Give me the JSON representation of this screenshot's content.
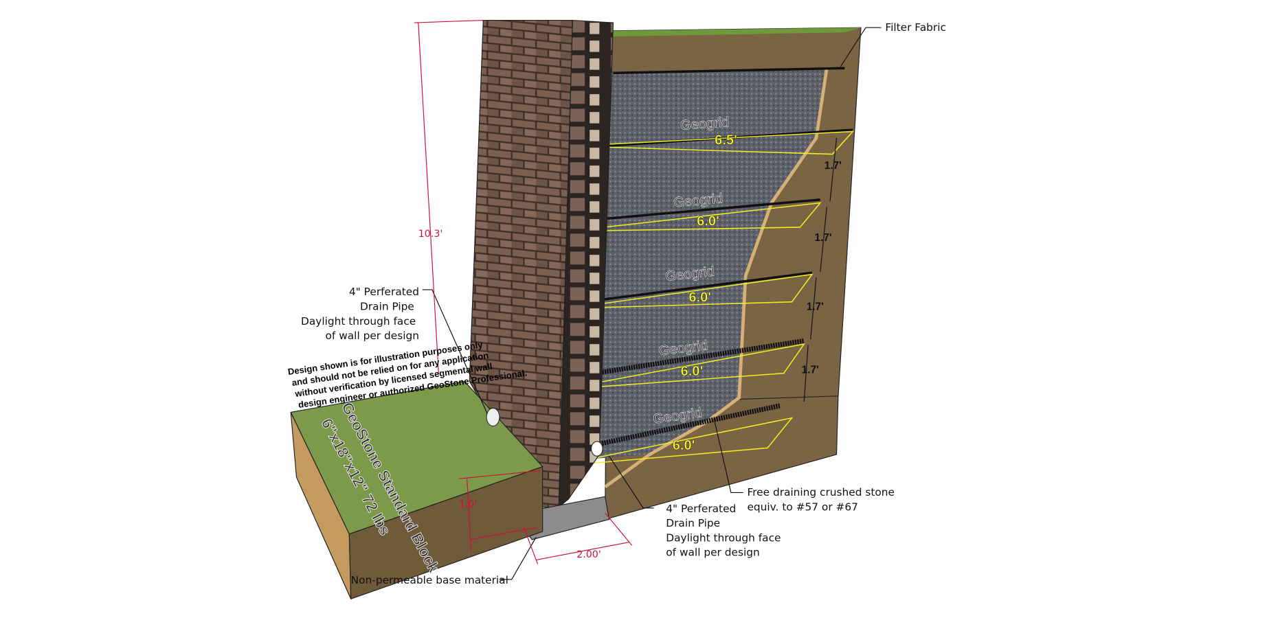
{
  "title": "GeoStone segmental retaining wall cross-section",
  "labels": {
    "filter_fabric": "Filter Fabric",
    "wall_height": "10.3'",
    "drain_upper": [
      "4\" Perferated",
      "Drain Pipe",
      "Daylight through face",
      "of wall per design"
    ],
    "drain_lower": [
      "4\" Perferated",
      "Drain Pipe",
      "Daylight through face",
      "of wall per design"
    ],
    "disclaimer": [
      "Design shown is for illustration purposes only",
      "and should not be relied on for any application",
      "without verification by licensed segmental wall",
      "design engineer or authorized GeoStone Professional."
    ],
    "block_name": "GeoStone Standard Block",
    "block_spec": "6\"x18\"x12\" 72 lbs",
    "embedment": "1.0'",
    "base_width": "2.00'",
    "base_material": "Non-permeable base material",
    "stone": [
      "Free draining crushed stone",
      "equiv. to #57 or #67"
    ]
  },
  "geogrids": [
    {
      "label": "Geogrid",
      "length": "6.5'"
    },
    {
      "label": "Geogrid",
      "length": "6.0'"
    },
    {
      "label": "Geogrid",
      "length": "6.0'"
    },
    {
      "label": "Geogrid",
      "length": "6.0'"
    },
    {
      "label": "Geogrid",
      "length": "6.0'"
    }
  ],
  "spacings": [
    "1.7'",
    "1.7'",
    "1.7'",
    "1.7'"
  ],
  "colors": {
    "soil": "#7a6443",
    "grass": "#7d9a4a",
    "gravel": "#5d6068",
    "brick": "#6e5546",
    "dimension": "#d0103a",
    "grid_length": "#ffff22"
  }
}
